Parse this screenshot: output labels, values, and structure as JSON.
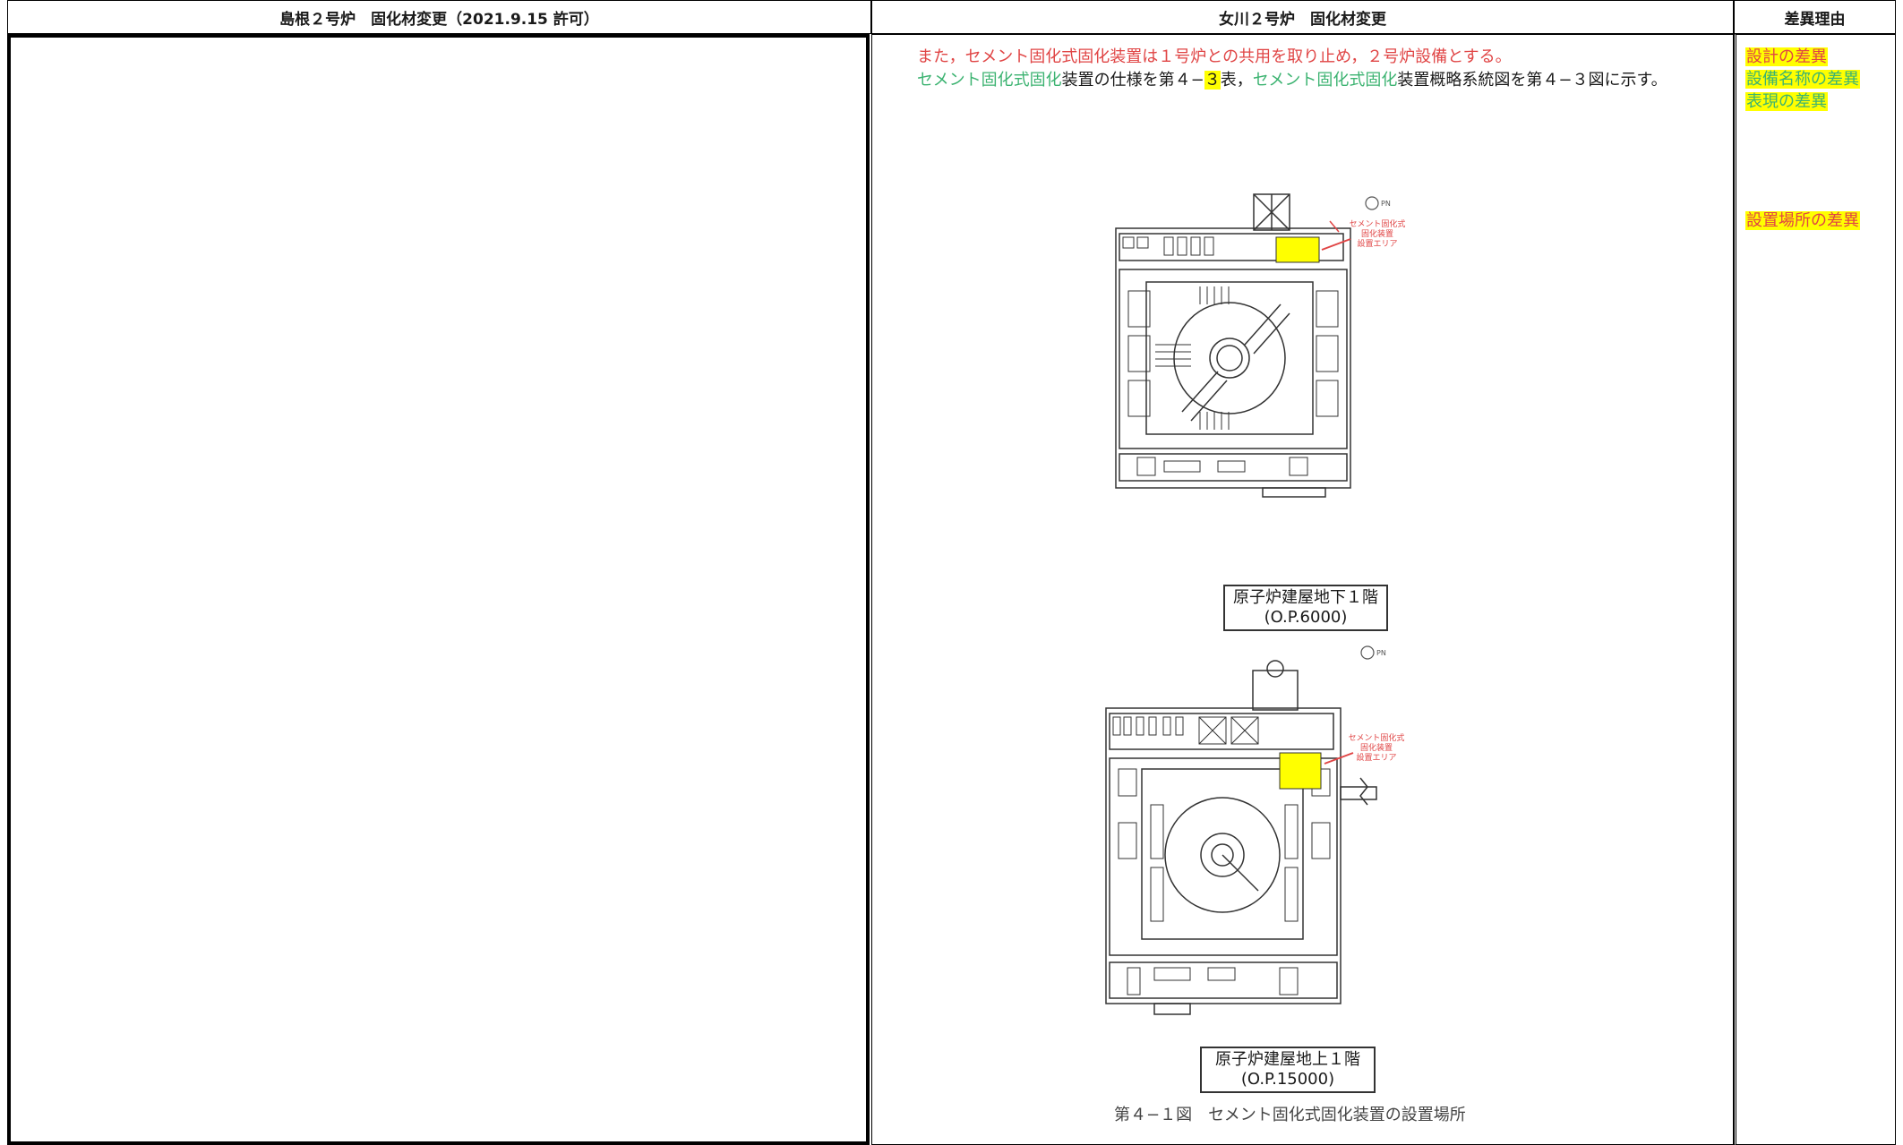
{
  "headers": {
    "left": "島根２号炉　固化材変更（2021.9.15 許可）",
    "middle": "女川２号炉　固化材変更",
    "right": "差異理由"
  },
  "middle": {
    "line1": "また，セメント固化式固化装置は１号炉との共用を取り止め，２号炉設備とする。",
    "line2": {
      "a": "セメント固化式固化",
      "b": "装置の仕様を第４−",
      "c": "３",
      "d": "表，",
      "e": "セメント固化式固化",
      "f": "装置概略系統図を第４−３図に示す。"
    },
    "plan1": {
      "area_label": [
        "セメント固化式",
        "固化装置",
        "設置エリア"
      ],
      "north": "PN",
      "label1": "原子炉建屋地下１階",
      "label2": "(O.P.6000)"
    },
    "plan2": {
      "area_label": [
        "セメント固化式",
        "固化装置",
        "設置エリア"
      ],
      "north": "PN",
      "label1": "原子炉建屋地上１階",
      "label2": "(O.P.15000)"
    },
    "caption": "第４−１図　セメント固化式固化装置の設置場所"
  },
  "reasons": {
    "r1": "設計の差異",
    "r2": "設備名称の差異",
    "r3": "表現の差異",
    "r4": "設置場所の差異"
  },
  "colors": {
    "red_text": "#e04545",
    "green_text": "#3cb371",
    "highlight": "#ffff00"
  }
}
